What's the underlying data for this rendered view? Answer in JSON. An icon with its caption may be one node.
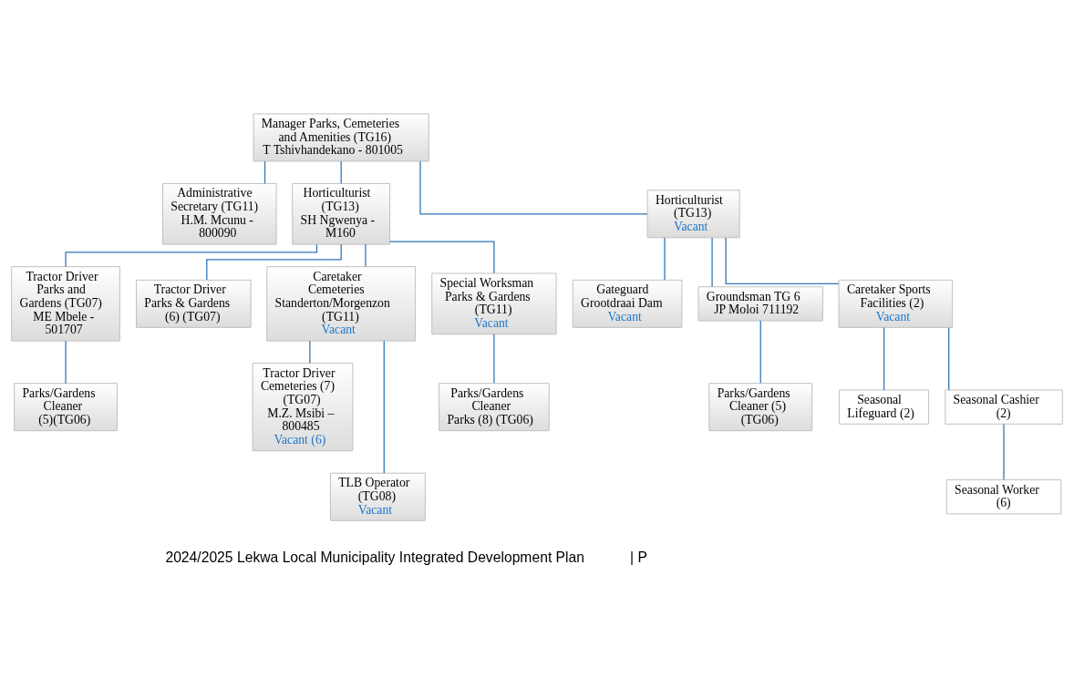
{
  "diagram": {
    "nodes": [
      {
        "text": [
          "Manager Parks, Cemeteries and Amenities (TG16)",
          "T Tshivhandekano - 801005"
        ]
      },
      {
        "text": [
          "Administrative Secretary (TG11)",
          "H.M. Mcunu - 800090"
        ]
      },
      {
        "text": [
          "Horticulturist (TG13)",
          "SH Ngwenya - M160"
        ]
      },
      {
        "text": [
          "Horticulturist (TG13)",
          "Vacant"
        ]
      },
      {
        "text": [
          "Tractor Driver Parks and Gardens (TG07)",
          "ME Mbele - 501707"
        ]
      },
      {
        "text": [
          "Parks/Gardens Cleaner (5)(TG06)"
        ]
      },
      {
        "text": [
          "Tractor Driver Parks & Gardens (6) (TG07)"
        ]
      },
      {
        "text": [
          "Caretaker Cemeteries Standerton/Morgenzon (TG11)",
          "Vacant"
        ]
      },
      {
        "text": [
          "Special Worksman",
          "Parks & Gardens (TG11)",
          "Vacant"
        ]
      },
      {
        "text": [
          "Tractor Driver",
          "Cemeteries (7) (TG07)",
          "M.Z. Msibi – 800485",
          "Vacant (6)"
        ]
      },
      {
        "text": [
          "TLB Operator (TG08)",
          "Vacant"
        ]
      },
      {
        "text": [
          "Parks/Gardens Cleaner",
          "Parks (8) (TG06)"
        ]
      },
      {
        "text": [
          "Gateguard",
          "Grootdraai Dam",
          "Vacant"
        ]
      },
      {
        "text": [
          "Groundsman TG 6",
          "JP Moloi 711192"
        ]
      },
      {
        "text": [
          "Parks/Gardens Cleaner (5) (TG06)"
        ]
      },
      {
        "text": [
          "Caretaker Sports Facilities (2)",
          "Vacant"
        ]
      },
      {
        "text": [
          "Seasonal Lifeguard (2)"
        ]
      },
      {
        "text": [
          "Seasonal Cashier (2)"
        ]
      },
      {
        "text": [
          "Seasonal Worker (6)"
        ]
      }
    ],
    "edges": [
      {
        "from": 0,
        "to": 1,
        "arrow": "none"
      },
      {
        "from": 0,
        "to": 2,
        "arrow": "none"
      },
      {
        "from": 0,
        "to": 3,
        "arrow": "none"
      },
      {
        "from": 2,
        "to": 4,
        "arrow": "none"
      },
      {
        "from": 2,
        "to": 6,
        "arrow": "none"
      },
      {
        "from": 2,
        "to": 7,
        "arrow": "none"
      },
      {
        "from": 2,
        "to": 8,
        "arrow": "none"
      },
      {
        "from": 4,
        "to": 5,
        "arrow": "none"
      },
      {
        "from": 7,
        "to": 9,
        "arrow": "none"
      },
      {
        "from": 7,
        "to": 10,
        "arrow": "none"
      },
      {
        "from": 8,
        "to": 11,
        "arrow": "none"
      },
      {
        "from": 3,
        "to": 12,
        "arrow": "none"
      },
      {
        "from": 3,
        "to": 13,
        "arrow": "none"
      },
      {
        "from": 3,
        "to": 15,
        "arrow": "none"
      },
      {
        "from": 13,
        "to": 14,
        "arrow": "none"
      },
      {
        "from": 15,
        "to": 16,
        "arrow": "none"
      },
      {
        "from": 15,
        "to": 17,
        "arrow": "none"
      },
      {
        "from": 17,
        "to": 18,
        "arrow": "none"
      }
    ],
    "labels": [
      "2024/2025 Lekwa Local Municipality Integrated Development Plan",
      "| P"
    ]
  }
}
